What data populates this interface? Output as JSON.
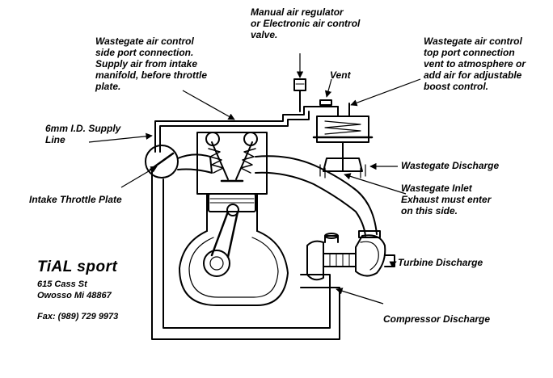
{
  "labels": {
    "manual_regulator": [
      "Manual air regulator",
      "or Electronic air control",
      "valve."
    ],
    "side_port": [
      "Wastegate air control",
      "side port connection.",
      "Supply air from intake",
      "manifold, before throttle",
      "plate."
    ],
    "top_port": [
      "Wastegate air control",
      "top port connection",
      "vent to atmosphere or",
      "add air for adjustable",
      "boost control."
    ],
    "vent": "Vent",
    "supply_line": [
      "6mm I.D. Supply",
      "Line"
    ],
    "wastegate_discharge": "Wastegate Discharge",
    "wastegate_inlet": [
      "Wastegate Inlet",
      "Exhaust must enter",
      "on this side."
    ],
    "intake_throttle_plate": "Intake Throttle Plate",
    "turbine_discharge": "Turbine Discharge",
    "compressor_discharge": "Compressor Discharge"
  },
  "brand": {
    "name": "TiAL sport",
    "address1": "615 Cass St",
    "address2": "Owosso Mi 48867",
    "fax": "Fax: (989) 729 9973"
  }
}
